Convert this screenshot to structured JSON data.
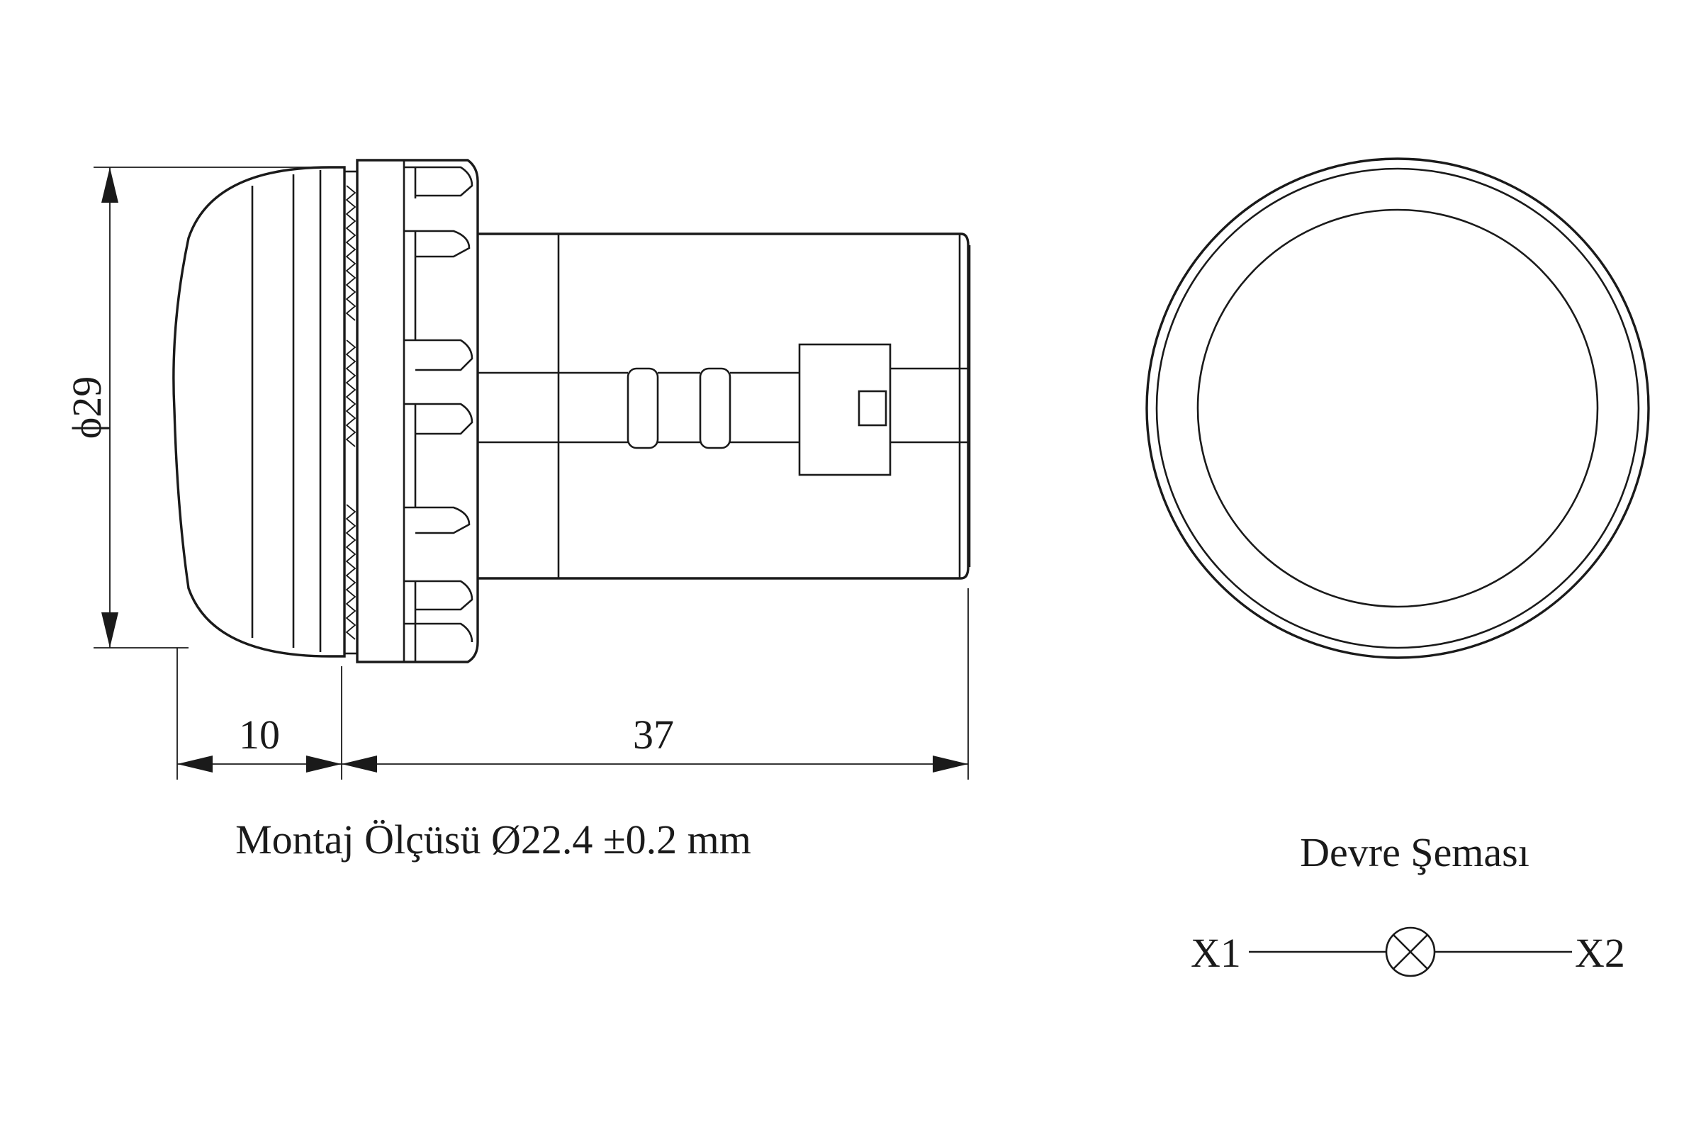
{
  "side_view": {
    "diameter_label": "ϕ29",
    "dim_front_label": "10",
    "dim_body_label": "37"
  },
  "mounting_caption": "Montaj Ölçüsü Ø22.4 ±0.2 mm",
  "circuit": {
    "title": "Devre Şeması",
    "terminal_left": "X1",
    "terminal_right": "X2"
  }
}
